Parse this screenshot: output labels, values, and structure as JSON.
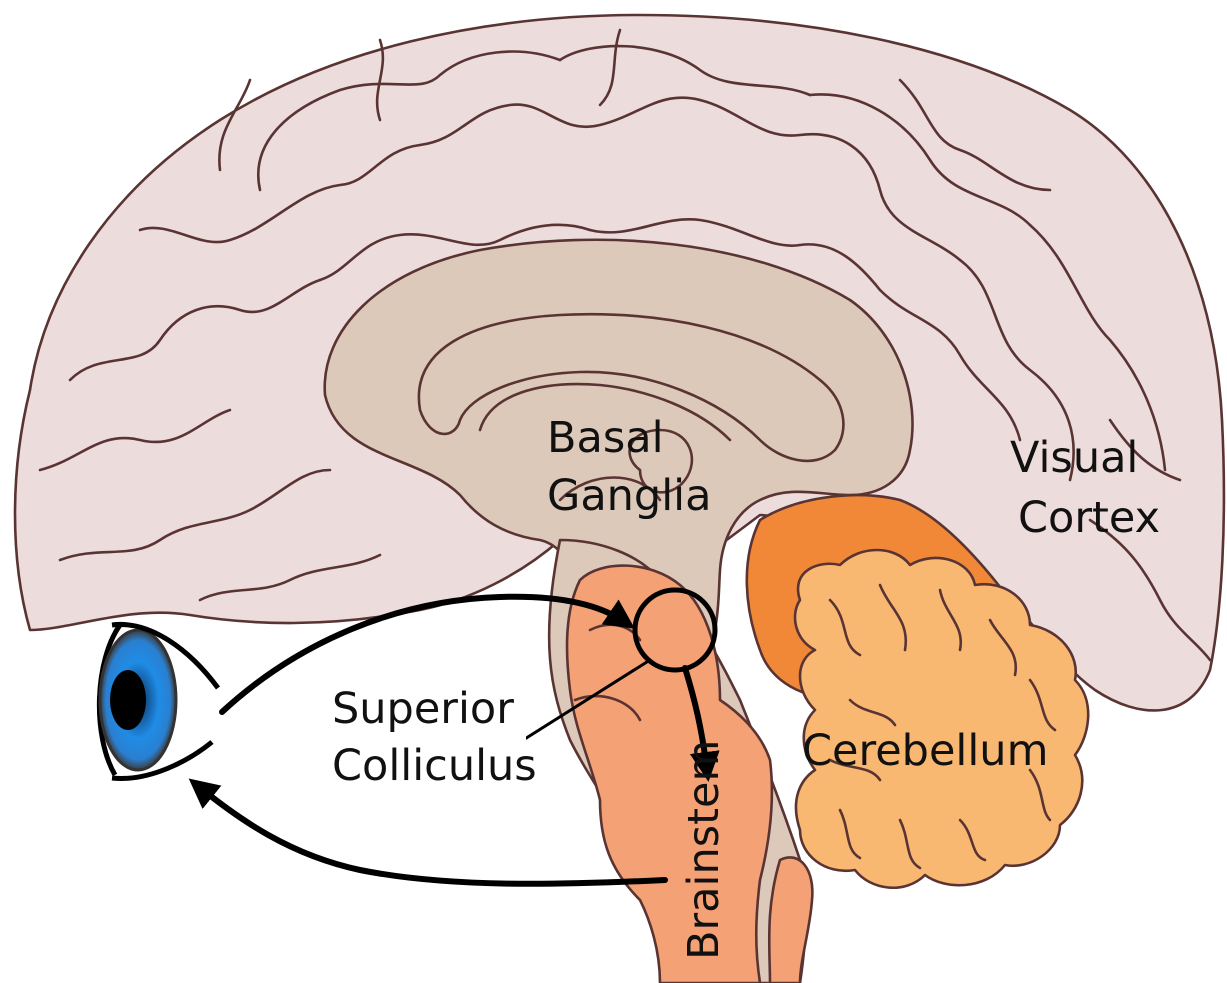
{
  "labels": {
    "basal_ganglia": [
      "Basal",
      "Ganglia"
    ],
    "visual_cortex": [
      "Visual",
      "Cortex"
    ],
    "superior_colliculus": [
      "Superior",
      "Colliculus"
    ],
    "cerebellum": "Cerebellum",
    "brainstem": "Brainstem"
  },
  "colors": {
    "cortex": "#ecdcdb",
    "deep_structures": "#dcc9b9",
    "brainstem": "#f4a176",
    "cerebellum": "#f9b872",
    "cerebellum_cortex": "#f08838",
    "outline": "#5a3433",
    "iris": "#1f8ce6",
    "arrows": "#000000"
  },
  "icons": [
    "eye-icon"
  ]
}
